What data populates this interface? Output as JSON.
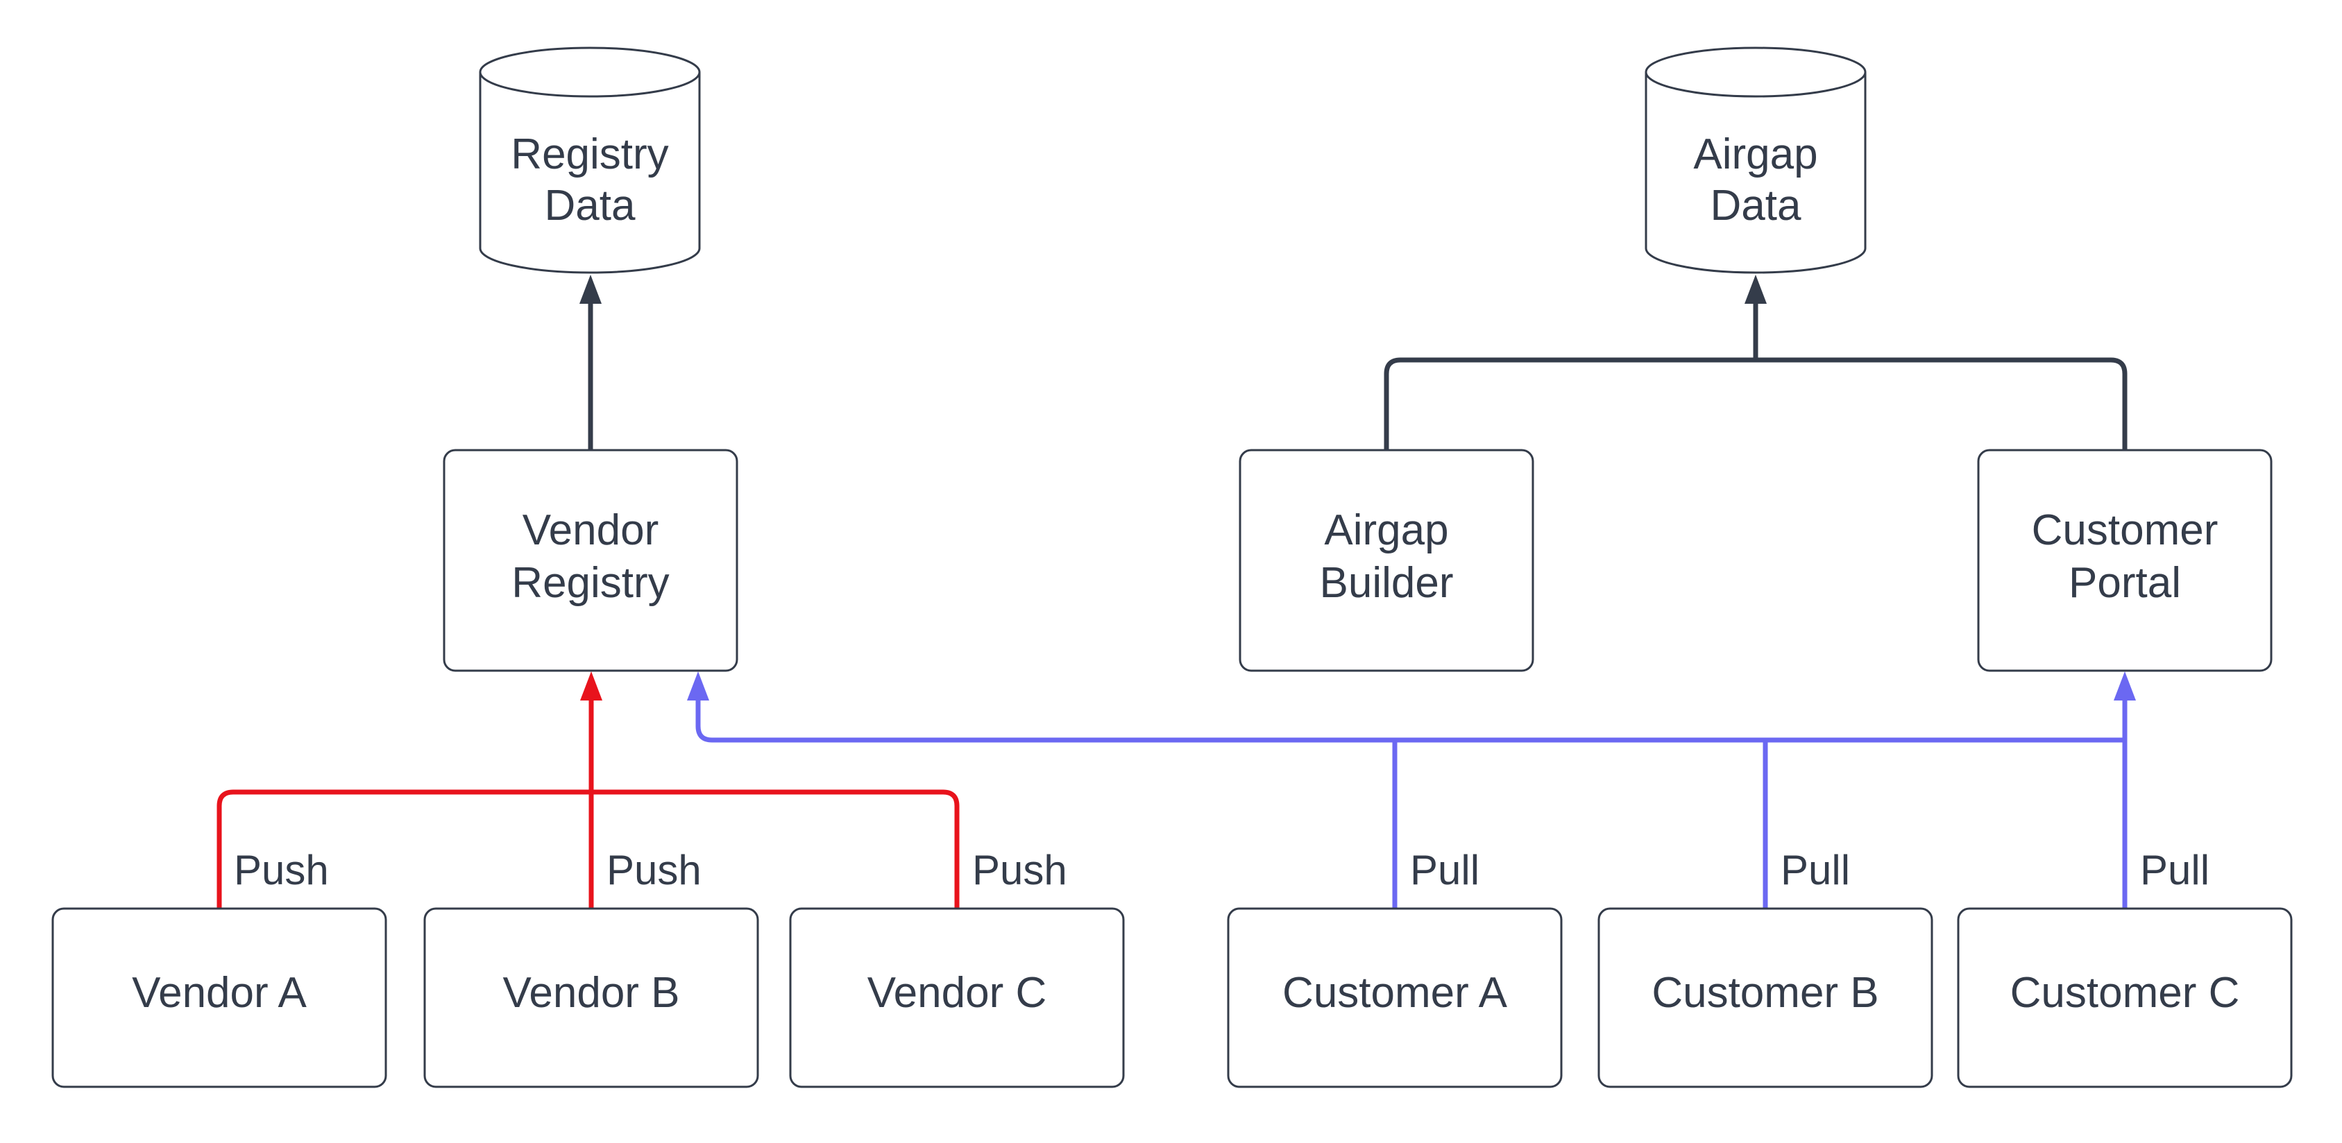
{
  "colors": {
    "dark_edge": "#343c4a",
    "push_edge": "#e8131c",
    "pull_edge": "#6b68f2",
    "node_border": "#343c4a",
    "text_color": "#343c4a",
    "background": "#ffffff"
  },
  "cylinders": [
    {
      "id": "registry-data",
      "lines": [
        "Registry",
        "Data"
      ]
    },
    {
      "id": "airgap-data",
      "lines": [
        "Airgap",
        "Data"
      ]
    }
  ],
  "mid_nodes": [
    {
      "id": "vendor-registry",
      "lines": [
        "Vendor",
        "Registry"
      ]
    },
    {
      "id": "airgap-builder",
      "lines": [
        "Airgap",
        "Builder"
      ]
    },
    {
      "id": "customer-portal",
      "lines": [
        "Customer",
        "Portal"
      ]
    }
  ],
  "bottom_nodes": [
    {
      "id": "vendor-a",
      "label": "Vendor A"
    },
    {
      "id": "vendor-b",
      "label": "Vendor B"
    },
    {
      "id": "vendor-c",
      "label": "Vendor C"
    },
    {
      "id": "customer-a",
      "label": "Customer A"
    },
    {
      "id": "customer-b",
      "label": "Customer B"
    },
    {
      "id": "customer-c",
      "label": "Customer C"
    }
  ],
  "edge_labels": [
    {
      "id": "push-vendor-a",
      "text": "Push"
    },
    {
      "id": "push-vendor-b",
      "text": "Push"
    },
    {
      "id": "push-vendor-c",
      "text": "Push"
    },
    {
      "id": "pull-customer-a",
      "text": "Pull"
    },
    {
      "id": "pull-customer-b",
      "text": "Pull"
    },
    {
      "id": "pull-customer-c",
      "text": "Pull"
    }
  ]
}
